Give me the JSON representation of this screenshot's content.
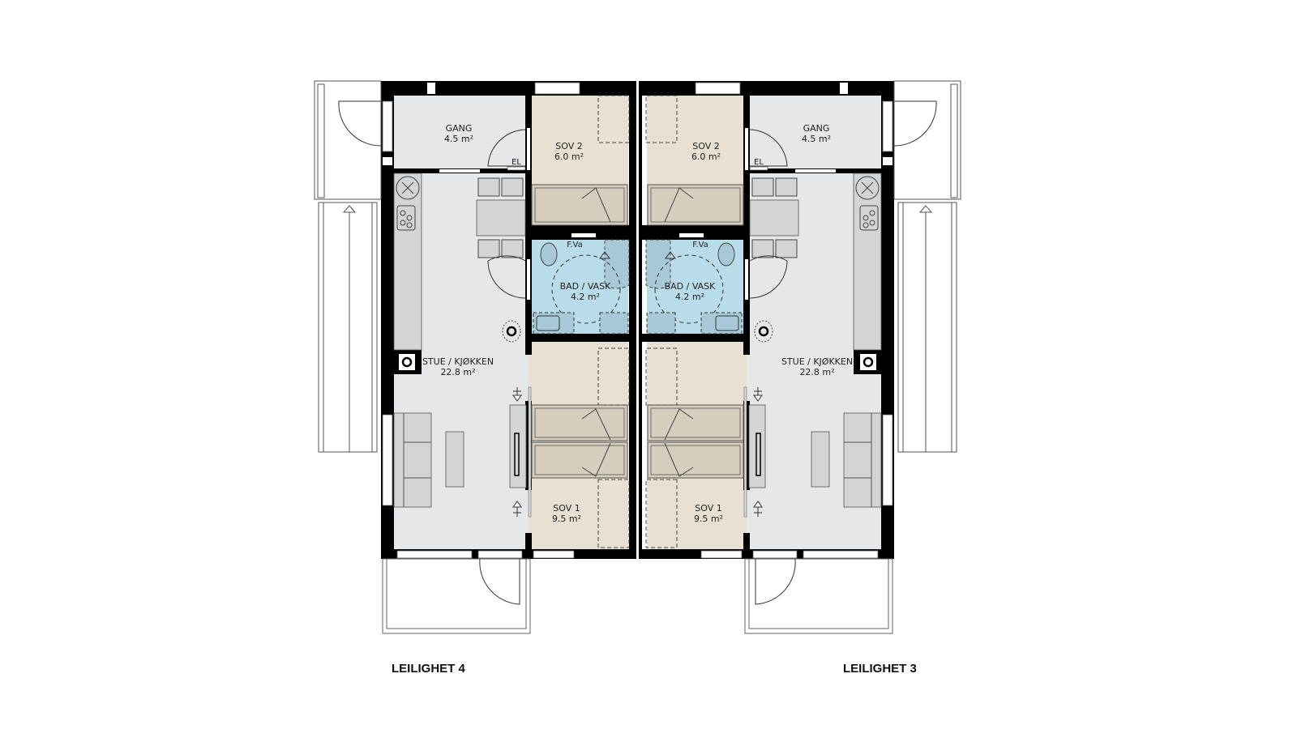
{
  "colors": {
    "wall": "#000000",
    "living_floor": "#e6e7e9",
    "bedroom_floor": "#e8e1d3",
    "bath_floor": "#b9dcea",
    "furniture": "#d3d4d6",
    "bed": "#d6cdbd",
    "line": "#333333"
  },
  "units": [
    {
      "name": "LEILIGHET 4",
      "rooms": [
        {
          "name": "GANG",
          "area": "4.5 m²"
        },
        {
          "name": "SOV 2",
          "area": "6.0 m²"
        },
        {
          "name": "BAD / VASK",
          "area": "4.2 m²"
        },
        {
          "name": "STUE / KJØKKEN",
          "area": "22.8 m²"
        },
        {
          "name": "SOV 1",
          "area": "9.5 m²"
        }
      ],
      "annotations": {
        "el": "EL",
        "fva": "F.Va"
      }
    },
    {
      "name": "LEILIGHET 3",
      "rooms": [
        {
          "name": "GANG",
          "area": "4.5 m²"
        },
        {
          "name": "SOV 2",
          "area": "6.0 m²"
        },
        {
          "name": "BAD / VASK",
          "area": "4.2 m²"
        },
        {
          "name": "STUE / KJØKKEN",
          "area": "22.8 m²"
        },
        {
          "name": "SOV 1",
          "area": "9.5 m²"
        }
      ],
      "annotations": {
        "el": "EL",
        "fva": "F.Va"
      }
    }
  ]
}
